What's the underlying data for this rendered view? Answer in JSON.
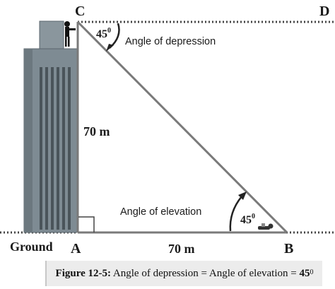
{
  "points": {
    "c": "C",
    "d": "D",
    "a": "A",
    "b": "B"
  },
  "labels": {
    "ground": "Ground",
    "height": "70 m",
    "base": "70 m",
    "depression": "Angle of depression",
    "elevation": "Angle of elevation",
    "angle_depression_value": "45",
    "angle_elevation_value": "45",
    "degree_symbol": "0"
  },
  "caption": {
    "figure_label": "Figure 12-5:",
    "text": " Angle of depression = Angle of elevation = ",
    "value": "45",
    "degree": "0"
  },
  "colors": {
    "building": "#7e8b93",
    "building_dark": "#5b666d",
    "line": "#7a7a7a",
    "arrow": "#222222"
  }
}
